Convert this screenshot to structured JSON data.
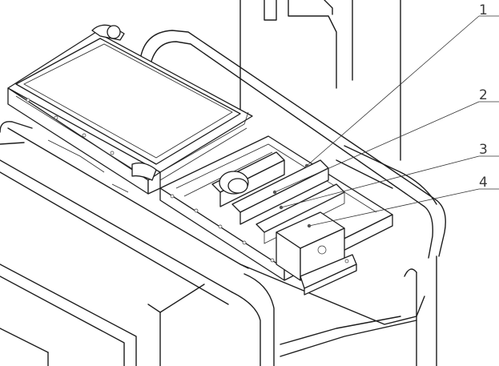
{
  "callouts": [
    {
      "label": "1"
    },
    {
      "label": "2"
    },
    {
      "label": "3"
    },
    {
      "label": "4"
    }
  ],
  "colors": {
    "line": "#1d1d1d",
    "paper": "#ffffff",
    "callout_text": "#3a3a3a"
  }
}
